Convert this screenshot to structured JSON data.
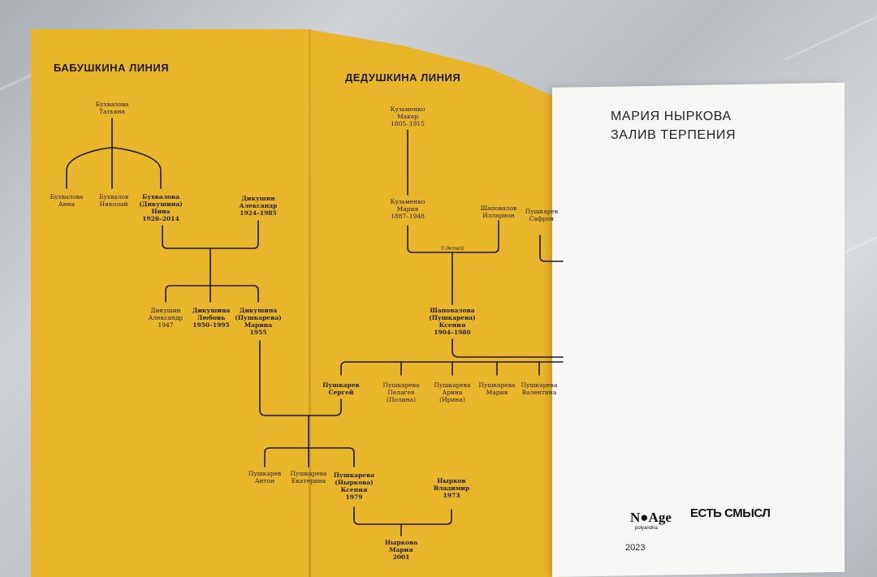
{
  "left_page": {
    "heading_grandmother": "БАБУШКИНА ЛИНИЯ",
    "heading_grandfather": "ДЕДУШКИНА ЛИНИЯ",
    "people": {
      "p1": "Бухвалова\nТатьяна",
      "p2": "Бухвалова\nАнна",
      "p3": "Бухвалов\nНиколай",
      "p4": "Бухвалова\n(Дикушина)\nНина\n1926–2014",
      "p5": "Дикушин\nАлександр\n1924–1985",
      "p6": "Дикушин\nАлександр\n1947",
      "p7": "Дикушина\nЛюбовь\n1950–1995",
      "p8": "Дикушина\n(Пушкарева)\nМарина\n1955",
      "p9": "Кузьменко\nМакар\n1805–1915",
      "p10": "Кузьменко\nМария\n1887–1948",
      "p11": "Шаповалов\nИлларион",
      "p12": "Пушкарев\nСафрон",
      "p13": "Шаповалова\n(Пушкарева)\nКсения\n1904–1980",
      "p14": "Пушкарев\nСергей",
      "p15": "Пушкарева\nПелагея\n(Полина)",
      "p16": "Пушкарева\nАрина\n(Ирина)",
      "p17": "Пушкарева\nМария",
      "p18": "Пушкарева\nВалентина",
      "p19": "Пушкарев\nАнтон",
      "p20": "Пушкарева\nЕкатерина",
      "p21": "Пушкарева\n(Ныркова)\nКсения\n1979",
      "p22": "Нырков\nВладимир\n1973",
      "p23": "Ныркова\nМария\n2001"
    },
    "note_children": "5 детей"
  },
  "right_page": {
    "author": "МАРИЯ НЫРКОВА",
    "title": "ЗАЛИВ ТЕРПЕНИЯ",
    "publisher_logo": "N●Age",
    "publisher_sub": "polyandria",
    "imprint": "ЕСТЬ СМЫСЛ",
    "year": "2023"
  },
  "colors": {
    "page_yellow": "#e9b52a",
    "ink": "#1f1f1f",
    "white_page": "#f7f7f5"
  }
}
